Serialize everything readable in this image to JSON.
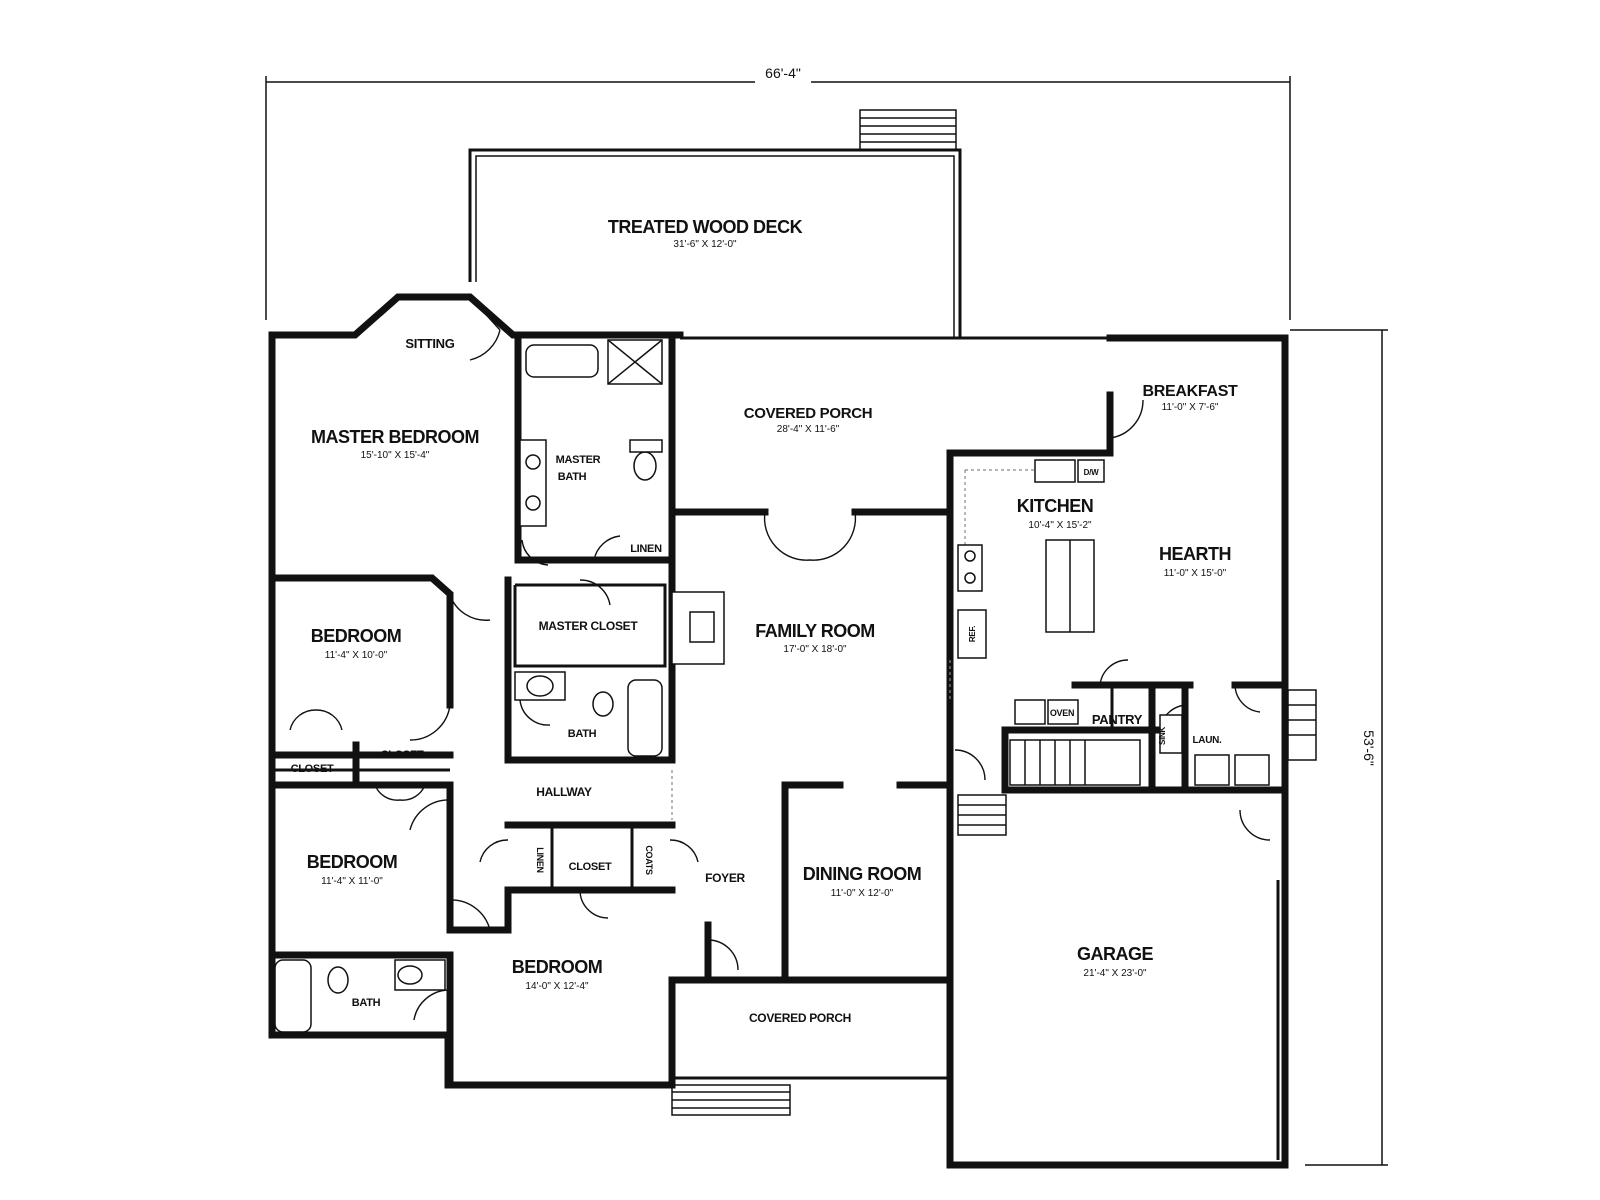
{
  "plan": {
    "overall_width": "66'-4\"",
    "overall_depth": "53'-6\""
  },
  "rooms": {
    "deck": {
      "name": "TREATED WOOD DECK",
      "dim": "31'-6\" X 12'-0\""
    },
    "sitting": {
      "name": "SITTING"
    },
    "master_bedroom": {
      "name": "MASTER BEDROOM",
      "dim": "15'-10\" X 15'-4\""
    },
    "master_bath": {
      "name1": "MASTER",
      "name2": "BATH"
    },
    "linen_master": {
      "name": "LINEN"
    },
    "master_closet": {
      "name": "MASTER CLOSET"
    },
    "bath_center": {
      "name": "BATH"
    },
    "covered_porch_rear": {
      "name": "COVERED PORCH",
      "dim": "28'-4\" X 11'-6\""
    },
    "breakfast": {
      "name": "BREAKFAST",
      "dim": "11'-0\" X 7'-6\""
    },
    "kitchen": {
      "name": "KITCHEN",
      "dim": "10'-4\" X 15'-2\""
    },
    "hearth": {
      "name": "HEARTH",
      "dim": "11'-0\" X 15'-0\""
    },
    "family_room": {
      "name": "FAMILY ROOM",
      "dim": "17'-0\" X 18'-0\""
    },
    "bedroom_1": {
      "name": "BEDROOM",
      "dim": "11'-4\" X 10'-0\""
    },
    "closet_1": {
      "name": "CLOSET"
    },
    "closet_2": {
      "name": "CLOSET"
    },
    "hallway": {
      "name": "HALLWAY"
    },
    "bedroom_2": {
      "name": "BEDROOM",
      "dim": "11'-4\" X 11'-0\""
    },
    "linen_hall": {
      "name": "LINEN"
    },
    "closet_hall": {
      "name": "CLOSET"
    },
    "coats": {
      "name": "COATS"
    },
    "foyer": {
      "name": "FOYER"
    },
    "dining_room": {
      "name": "DINING ROOM",
      "dim": "11'-0\" X 12'-0\""
    },
    "bedroom_3": {
      "name": "BEDROOM",
      "dim": "14'-0\" X 12'-4\""
    },
    "bath_lower": {
      "name": "BATH"
    },
    "covered_porch_front": {
      "name": "COVERED PORCH"
    },
    "garage": {
      "name": "GARAGE",
      "dim": "21'-4\" X 23'-0\""
    },
    "oven": {
      "name": "OVEN"
    },
    "pantry": {
      "name": "PANTRY"
    },
    "sink": {
      "name": "SINK"
    },
    "laundry": {
      "name": "LAUN."
    },
    "dw": {
      "name": "D/W"
    },
    "ref": {
      "name": "REF."
    }
  }
}
